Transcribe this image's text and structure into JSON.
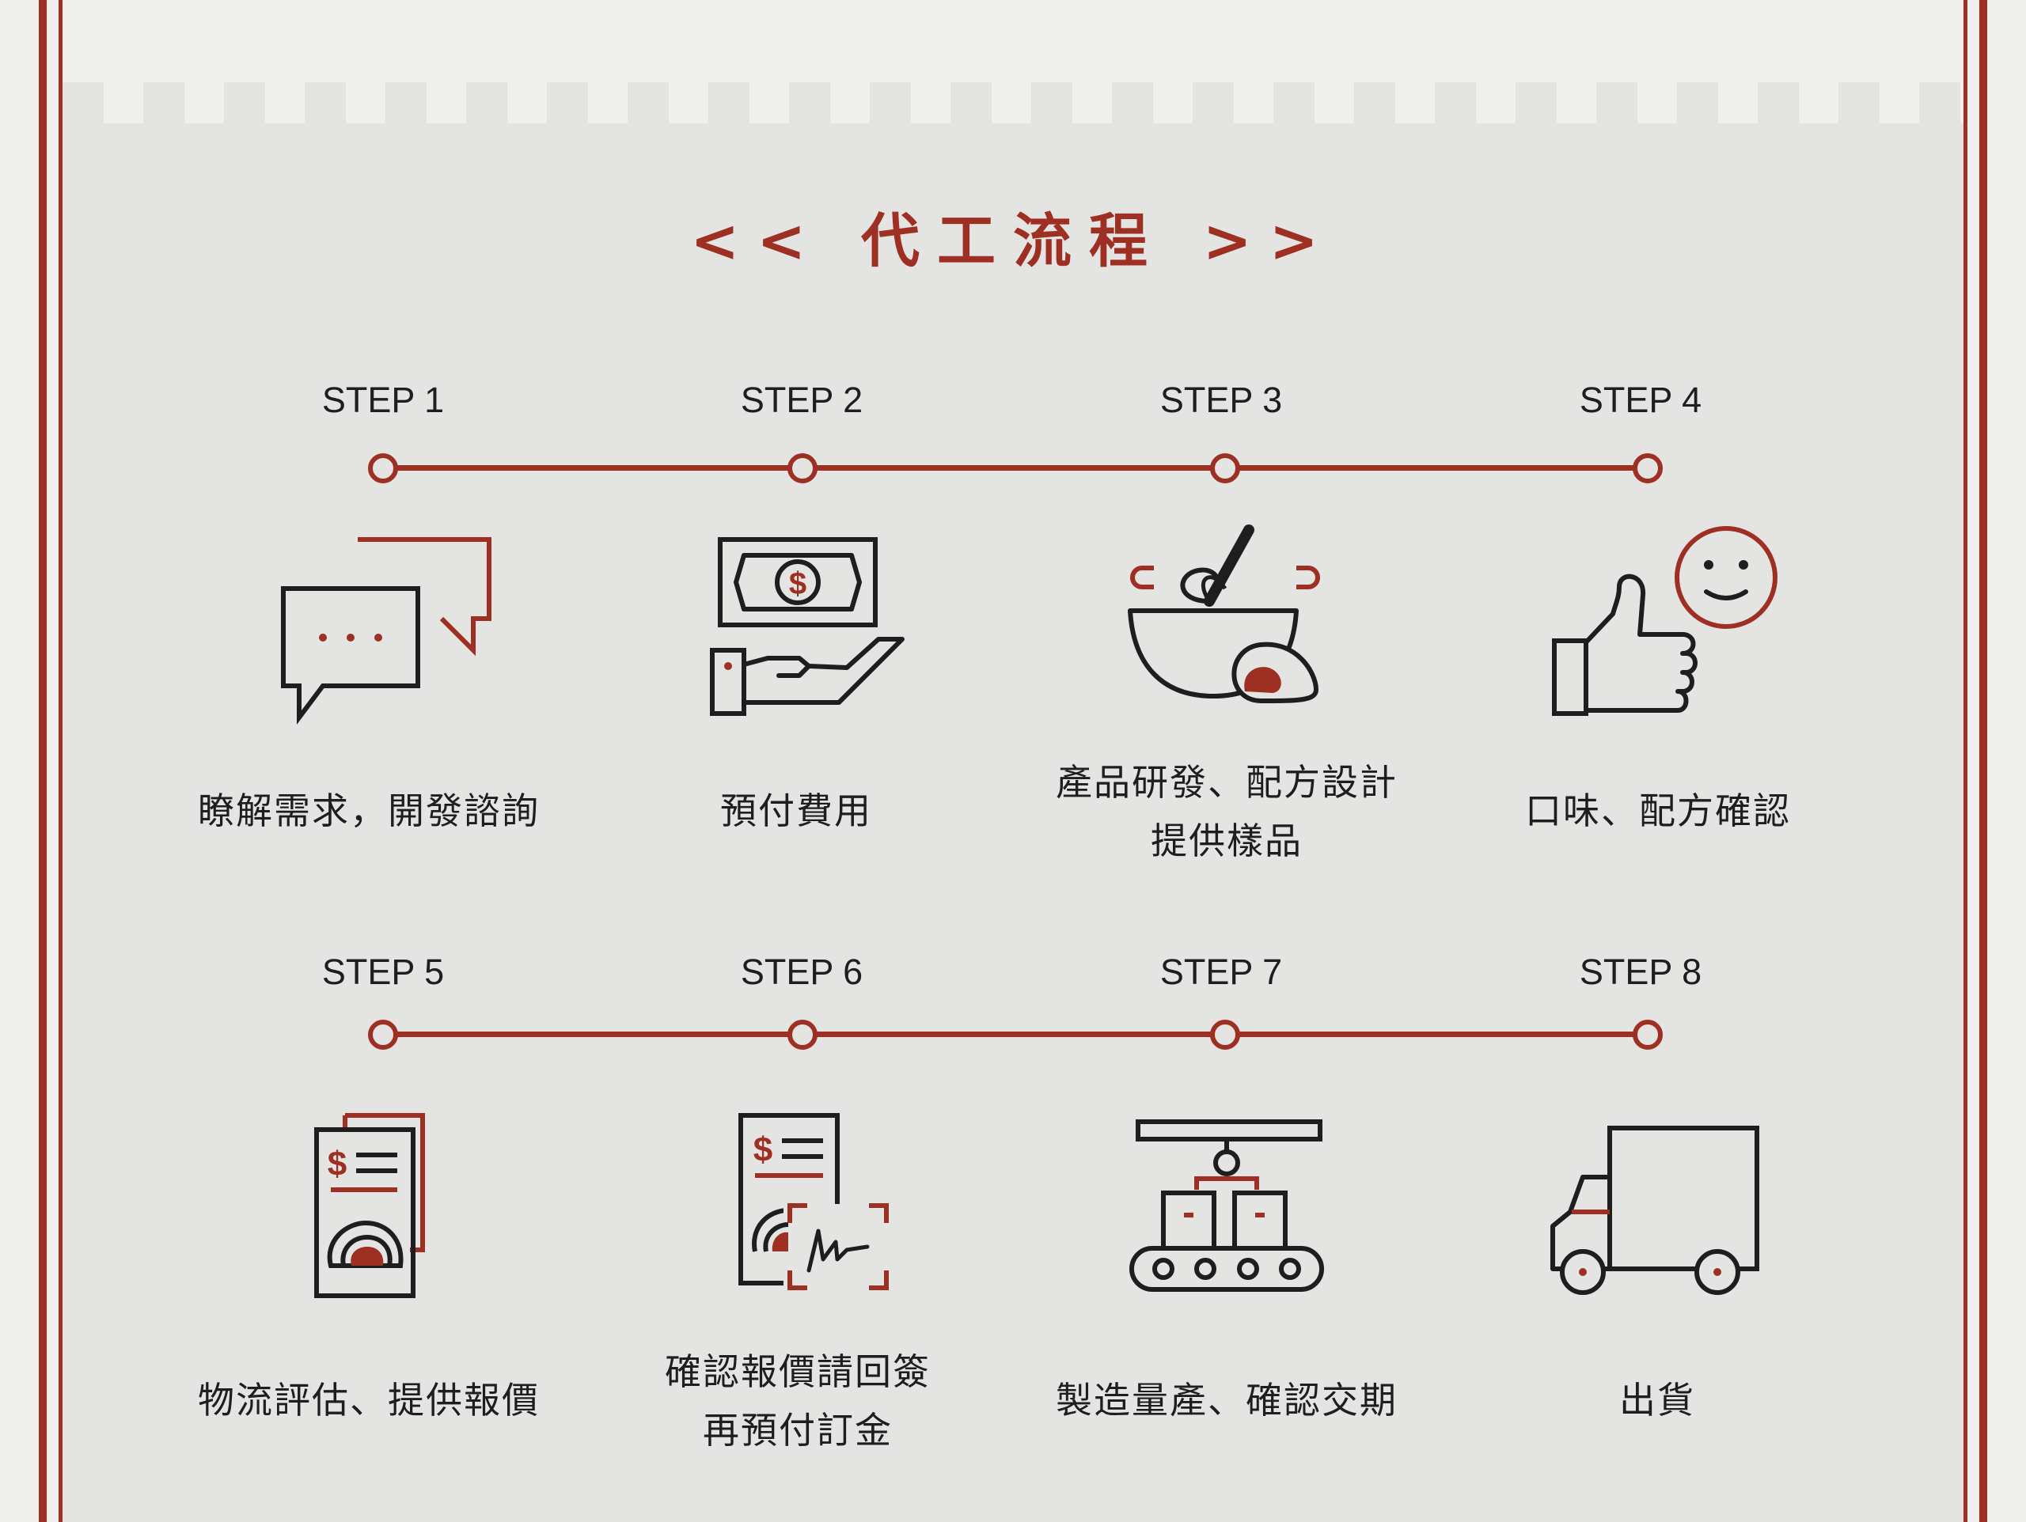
{
  "title": "<< 代工流程 >>",
  "colors": {
    "accent": "#9e2f23",
    "ink": "#1e1e1e",
    "paper": "#efefed"
  },
  "steps": [
    {
      "label": "STEP 1",
      "icon": "chat-bubbles-icon",
      "desc": [
        "瞭解需求，開發諮詢"
      ]
    },
    {
      "label": "STEP 2",
      "icon": "money-hand-icon",
      "desc": [
        "預付費用"
      ]
    },
    {
      "label": "STEP 3",
      "icon": "mixing-bowl-icon",
      "desc": [
        "產品研發、配方設計",
        "提供樣品"
      ]
    },
    {
      "label": "STEP 4",
      "icon": "thumbs-up-smiley-icon",
      "desc": [
        "口味、配方確認"
      ]
    },
    {
      "label": "STEP 5",
      "icon": "quote-document-icon",
      "desc": [
        "物流評估、提供報價"
      ]
    },
    {
      "label": "STEP 6",
      "icon": "signed-document-icon",
      "desc": [
        "確認報價請回簽",
        "再預付訂金"
      ]
    },
    {
      "label": "STEP 7",
      "icon": "conveyor-production-icon",
      "desc": [
        "製造量產、確認交期"
      ]
    },
    {
      "label": "STEP 8",
      "icon": "delivery-truck-icon",
      "desc": [
        "出貨"
      ]
    }
  ]
}
